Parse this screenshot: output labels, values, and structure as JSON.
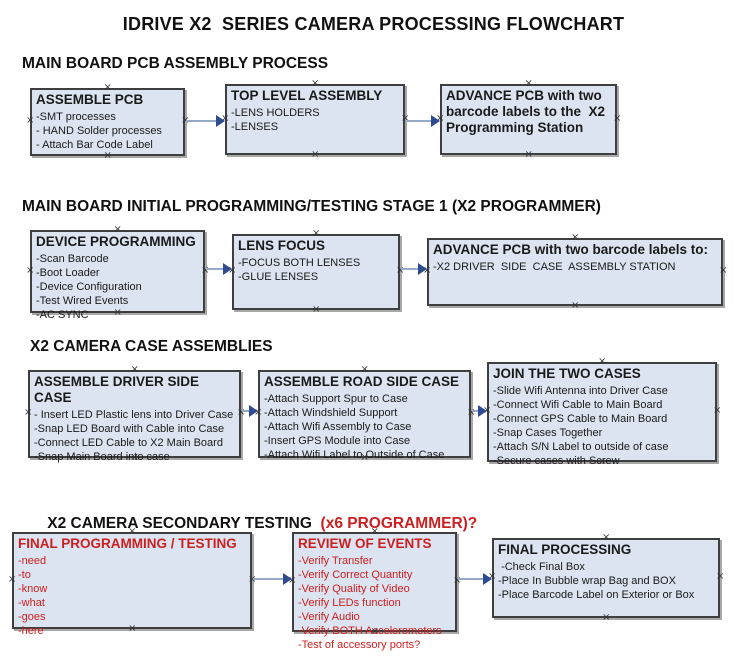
{
  "title": "IDRIVE X2  SERIES CAMERA PROCESSING FLOWCHART",
  "icons": {
    "connection_handle": "×"
  },
  "colors": {
    "box_fill": "#dbe4f0",
    "box_border": "#3f3f3f",
    "red_text": "#cc2020",
    "arrow_line": "#96aac8",
    "arrow_head": "#2e4b8f"
  },
  "sections": {
    "pcb_assembly": {
      "header": "MAIN BOARD PCB ASSEMBLY PROCESS"
    },
    "initial_programming": {
      "header": "MAIN BOARD INITIAL PROGRAMMING/TESTING STAGE 1 (X2 PROGRAMMER)"
    },
    "case_assemblies": {
      "header": "X2 CAMERA CASE ASSEMBLIES"
    },
    "secondary_testing": {
      "header": "X2 CAMERA SECONDARY TESTING ",
      "header_red": " (x6 PROGRAMMER)?"
    }
  },
  "boxes": {
    "assemble_pcb": {
      "title": "ASSEMBLE PCB",
      "items": [
        "-SMT processes",
        "- HAND Solder processes",
        "- Attach Bar Code Label"
      ]
    },
    "top_level_assembly": {
      "title": "TOP LEVEL ASSEMBLY",
      "items": [
        "-LENS HOLDERS",
        "-LENSES"
      ]
    },
    "advance_pcb_station": {
      "title": "ADVANCE PCB with two barcode labels to the  X2 Programming Station",
      "items": []
    },
    "device_programming": {
      "title": "DEVICE PROGRAMMING",
      "items": [
        "-Scan Barcode",
        "-Boot Loader",
        "-Device Configuration",
        "-Test Wired Events",
        "-AC SYNC"
      ]
    },
    "lens_focus": {
      "title": "LENS FOCUS",
      "items": [
        "-FOCUS BOTH LENSES",
        "-GLUE LENSES"
      ]
    },
    "advance_pcb_driver": {
      "title": "ADVANCE PCB with two barcode labels to:",
      "items": [
        "-X2 DRIVER  SIDE  CASE  ASSEMBLY STATION"
      ]
    },
    "assemble_driver_side": {
      "title": "ASSEMBLE DRIVER SIDE CASE",
      "items": [
        "- Insert LED Plastic lens into Driver Case",
        "-Snap LED Board with Cable into Case",
        "-Connect LED Cable to X2 Main Board",
        "-Snap Main Board into case"
      ]
    },
    "assemble_road_side": {
      "title": "ASSEMBLE ROAD SIDE CASE",
      "items": [
        "-Attach Support Spur to Case",
        "-Attach Windshield Support",
        "-Attach Wifi Assembly to Case",
        "-Insert GPS Module into Case",
        "-Attach Wifi Label to Outside of Case"
      ]
    },
    "join_two_cases": {
      "title": "JOIN THE TWO CASES",
      "items": [
        "-Slide Wifi Antenna into Driver Case",
        "-Connect Wifi Cable to Main Board",
        "-Connect GPS Cable to Main Board",
        "-Snap Cases Together",
        "-Attach S/N Label to outside of case",
        "-Secure cases with Screw"
      ]
    },
    "final_programming": {
      "title": "FINAL PROGRAMMING / TESTING",
      "items": [
        "-need",
        "-to",
        "-know",
        "-what",
        "-goes",
        "-here"
      ]
    },
    "review_of_events": {
      "title": "REVIEW OF EVENTS",
      "items": [
        "-Verify Transfer",
        "-Verify Correct Quantity",
        "-Verify Quality of Video",
        "-Verify LEDs function",
        "-Verify Audio",
        "-Verify BOTH Accelerometers",
        "-Test of accessory ports?"
      ]
    },
    "final_processing": {
      "title": "FINAL PROCESSING",
      "items": [
        " -Check Final Box",
        "-Place In Bubble wrap Bag and BOX",
        "-Place Barcode Label on Exterior or Box"
      ]
    }
  }
}
